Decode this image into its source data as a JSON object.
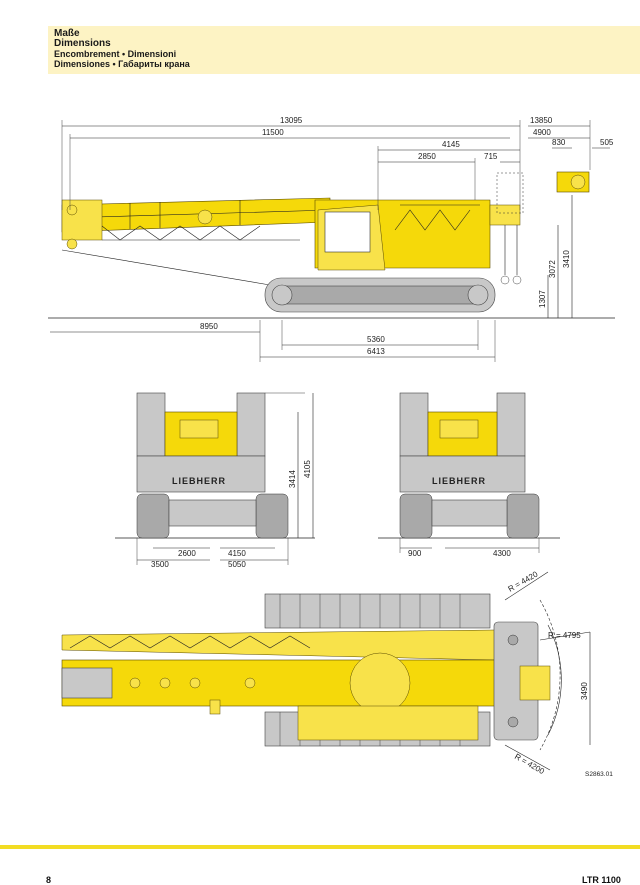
{
  "header": {
    "title_de": "Maße",
    "title_en": "Dimensions",
    "subtitle_1": "Encombrement • Dimensioni",
    "subtitle_2": "Dimensiones • Габариты крана"
  },
  "side_view": {
    "dims": {
      "d13095": "13095",
      "d11500": "11500",
      "d4145": "4145",
      "d2850": "2850",
      "d715": "715",
      "d13850": "13850",
      "d4900": "4900",
      "d830": "830",
      "d505": "505",
      "d8950": "8950",
      "d5360": "5360",
      "d6413": "6413",
      "d1307": "1307",
      "d3072": "3072",
      "d3410": "3410"
    }
  },
  "front_view": {
    "dims": {
      "d3414": "3414",
      "d4105": "4105",
      "d2600": "2600",
      "d4150": "4150",
      "d3500": "3500",
      "d5050": "5050"
    },
    "brand": "LIEBHERR"
  },
  "rear_view": {
    "dims": {
      "d900": "900",
      "d4300": "4300"
    },
    "brand": "LIEBHERR"
  },
  "top_view": {
    "dims": {
      "r4420": "R = 4420",
      "r4795": "R = 4795",
      "r4200": "R = 4200",
      "d3490": "3490"
    }
  },
  "drawing_code": "S2863.01",
  "footer": {
    "page": "8",
    "model": "LTR 1100"
  }
}
